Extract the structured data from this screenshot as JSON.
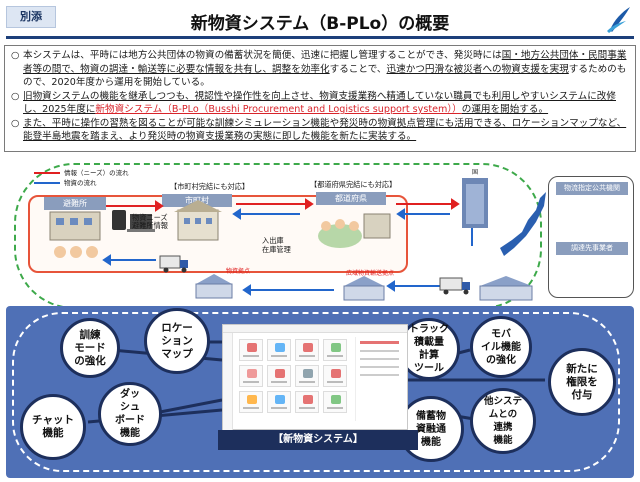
{
  "header": {
    "tag": "別添",
    "title": "新物資システム（B-PLo）の概要",
    "logo_icon": "cabinet-office-logo-icon"
  },
  "bullets": [
    {
      "mark": "○",
      "segments": [
        {
          "text": "本システムは、平時には地方公共団体の物資の備蓄状況を簡便、迅速に把握し管理することができ、発災時には",
          "u": false,
          "red": false
        },
        {
          "text": "国・地方公共団体・民間事業者等の間で、物資の調達・輸送等に必要な情報を共有し、調整を効率化",
          "u": true,
          "red": false
        },
        {
          "text": "することで、",
          "u": false,
          "red": false
        },
        {
          "text": "迅速かつ円滑な被災者への物資支援を実現",
          "u": true,
          "red": false
        },
        {
          "text": "するためのもので、2020年度から運用を開始している。",
          "u": false,
          "red": false
        }
      ]
    },
    {
      "mark": "○",
      "segments": [
        {
          "text": "旧物資システムの機能を継承しつつも、視認性や操作性を向上させ、物資支援業務へ精通していない職員でも利用しやすいシステムに改修し、2025年度に",
          "u": true,
          "red": false
        },
        {
          "text": "新物資システム（B-PLo（Busshi Procurement and Logistics support system））",
          "u": true,
          "red": true
        },
        {
          "text": "の運用を開始する。",
          "u": true,
          "red": false
        }
      ]
    },
    {
      "mark": "○",
      "segments": [
        {
          "text": "また、平時に操作の習熟を図ることが可能な訓練シミュレーション機能や発災時の物資拠点管理にも活用できる、ロケーションマップなど、能登半島地震を踏まえ、より発災時の物資支援業務の実態に即した機能を新たに実装する。",
          "u": true,
          "red": false
        }
      ]
    }
  ],
  "flow": {
    "legend_info": "情報（ニーズ）の流れ",
    "legend_goods": "物資の流れ",
    "municipal_note": "【市町村完結にも対応】",
    "prefecture_note": "【都道府県完結にも対応】",
    "shelter": "避難所",
    "municipality": "市町村",
    "prefecture": "都道府県",
    "shelter_info": "物資ニーズ\n避難所情報",
    "inventory": "入出庫\n在庫管理",
    "goods_hub": "物資拠点",
    "wide_hub": "広域物資輸送拠点",
    "national_label": "国",
    "colors": {
      "info": "#e02020",
      "goods": "#2266cc",
      "frame": "#3da94a"
    }
  },
  "side": {
    "carrier": "物流指定公共機関",
    "supplier": "調達先事業者"
  },
  "features": {
    "training": "訓練\nモード\nの強化",
    "location": "ロケー\nション\nマップ",
    "truck": "トラック\n積載量\n計算\nツール",
    "mobile": "モバ\nイル機能\nの強化",
    "authority": "新たに\n権限を\n付与",
    "chat": "チャット\n機能",
    "dashboard": "ダッ\nシュ\nボード\n機能",
    "stockpile": "備蓄物\n資融通\n機能",
    "integration": "他システ\nムとの\n連携\n機能"
  },
  "system_caption": "【新物資システム】",
  "panel_color": "#4f70b6"
}
